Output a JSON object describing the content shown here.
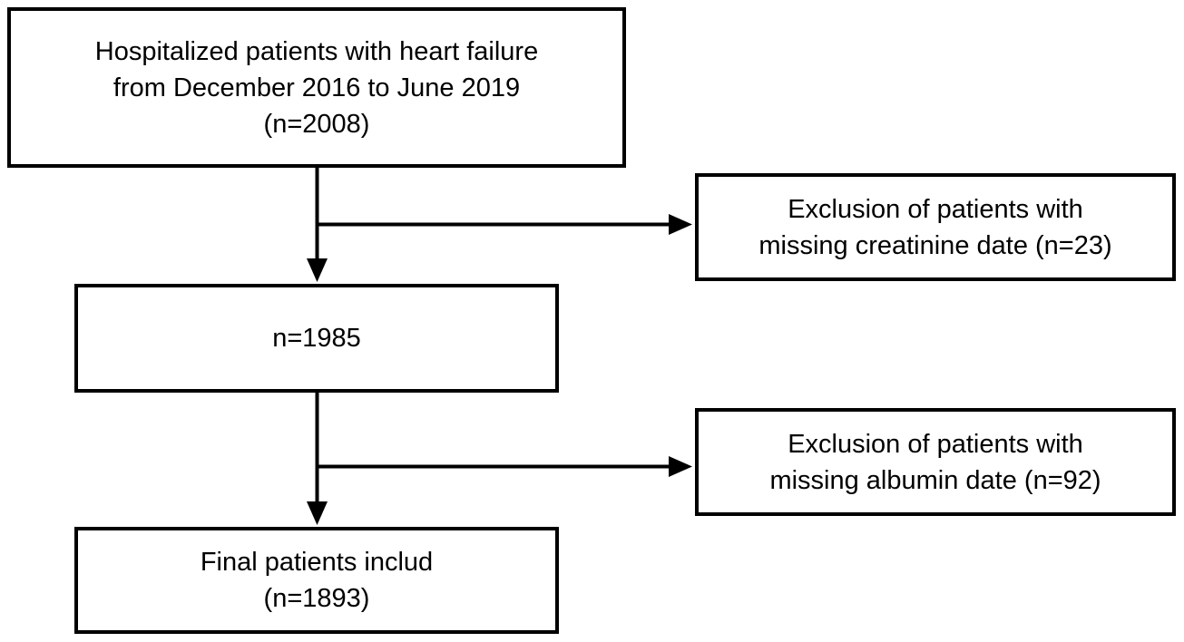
{
  "diagram": {
    "colors": {
      "background": "#ffffff",
      "line": "#000000",
      "text": "#000000"
    },
    "boxes": {
      "initial": {
        "lines": [
          "Hospitalized patients with heart failure",
          "from December 2016 to June 2019",
          "(n=2008)"
        ]
      },
      "exclusion_creatinine": {
        "lines": [
          "Exclusion of patients with",
          "missing creatinine date (n=23)"
        ]
      },
      "after_creatinine": {
        "lines": [
          "n=1985"
        ]
      },
      "exclusion_albumin": {
        "lines": [
          "Exclusion of patients with",
          "missing albumin date (n=92)"
        ]
      },
      "final": {
        "lines": [
          "Final patients includ",
          "(n=1893)"
        ]
      }
    }
  }
}
